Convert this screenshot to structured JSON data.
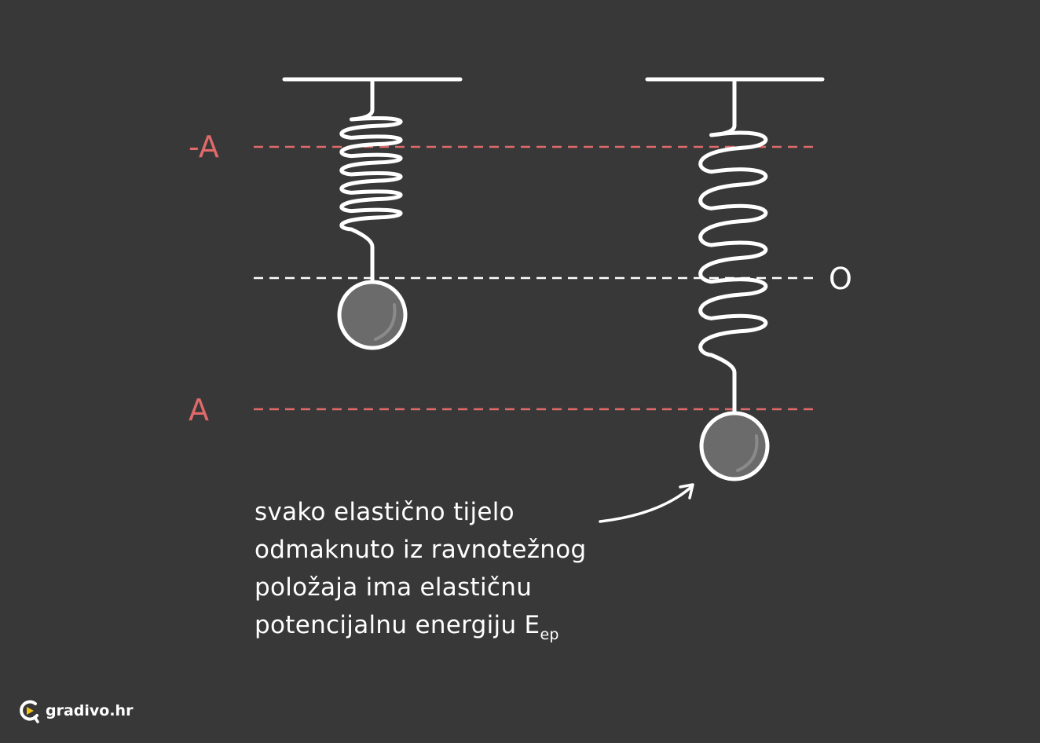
{
  "labels": {
    "minus_a": "-A",
    "a": "A",
    "zero": "O"
  },
  "caption": {
    "lines": [
      "svako elastično tijelo",
      "odmaknuto iz ravnotežnog",
      "položaja ima elastičnu",
      "potencijalnu energiju E"
    ],
    "subscript": "ep"
  },
  "brand": {
    "name": "gradivo.hr",
    "logo_icon": "gradivo-logo-icon"
  },
  "colors": {
    "background": "#383838",
    "amplitude_line": "#e06a6a",
    "equilibrium_line": "#ffffff",
    "spring": "#ffffff",
    "mass_fill": "#6b6b6b",
    "logo_accent": "#f5c518"
  }
}
